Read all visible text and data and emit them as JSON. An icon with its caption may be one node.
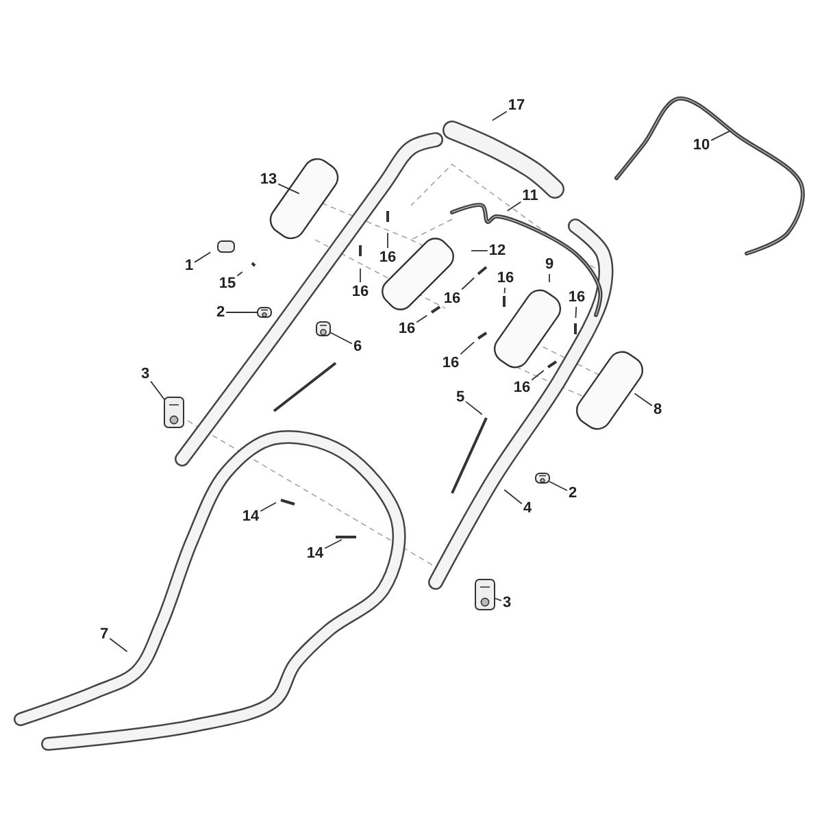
{
  "diagram": {
    "nodes": [
      {
        "text": [
          "17"
        ]
      },
      {
        "text": [
          "10"
        ]
      },
      {
        "text": [
          "13"
        ]
      },
      {
        "text": [
          "11"
        ]
      },
      {
        "text": [
          "12"
        ]
      },
      {
        "text": [
          "16"
        ]
      },
      {
        "text": [
          "1"
        ]
      },
      {
        "text": [
          "9"
        ]
      },
      {
        "text": [
          "16"
        ]
      },
      {
        "text": [
          "15"
        ]
      },
      {
        "text": [
          "16"
        ]
      },
      {
        "text": [
          "16"
        ]
      },
      {
        "text": [
          "16"
        ]
      },
      {
        "text": [
          "2"
        ]
      },
      {
        "text": [
          "16"
        ]
      },
      {
        "text": [
          "6"
        ]
      },
      {
        "text": [
          "16"
        ]
      },
      {
        "text": [
          "3"
        ]
      },
      {
        "text": [
          "16"
        ]
      },
      {
        "text": [
          "5"
        ]
      },
      {
        "text": [
          "8"
        ]
      },
      {
        "text": [
          "2"
        ]
      },
      {
        "text": [
          "4"
        ]
      },
      {
        "text": [
          "14"
        ]
      },
      {
        "text": [
          "14"
        ]
      },
      {
        "text": [
          "3"
        ]
      },
      {
        "text": [
          "7"
        ]
      },
      {
        "text": [],
        "shape": "picture"
      },
      {
        "text": [],
        "shape": "picture"
      },
      {
        "text": [],
        "shape": "picture"
      },
      {
        "text": [],
        "shape": "picture"
      },
      {
        "text": [],
        "shape": "picture"
      }
    ],
    "edges": [
      {
        "from": 0,
        "to": null,
        "arrow": "none"
      },
      {
        "from": 1,
        "to": null,
        "arrow": "none"
      },
      {
        "from": 2,
        "to": null,
        "arrow": "none"
      },
      {
        "from": 3,
        "to": null,
        "arrow": "none"
      },
      {
        "from": 4,
        "to": null,
        "arrow": "none"
      },
      {
        "from": 5,
        "to": null,
        "arrow": "none"
      },
      {
        "from": 6,
        "to": null,
        "arrow": "none"
      },
      {
        "from": 7,
        "to": null,
        "arrow": "none"
      },
      {
        "from": 8,
        "to": null,
        "arrow": "none"
      },
      {
        "from": 9,
        "to": null,
        "arrow": "none"
      },
      {
        "from": 10,
        "to": null,
        "arrow": "none"
      },
      {
        "from": 11,
        "to": null,
        "arrow": "none"
      },
      {
        "from": 12,
        "to": null,
        "arrow": "none"
      },
      {
        "from": 13,
        "to": 27,
        "arrow": "none"
      },
      {
        "from": 14,
        "to": null,
        "arrow": "none"
      },
      {
        "from": 15,
        "to": 28,
        "arrow": "none"
      },
      {
        "from": 16,
        "to": null,
        "arrow": "none"
      },
      {
        "from": 17,
        "to": 29,
        "arrow": "none"
      },
      {
        "from": 18,
        "to": null,
        "arrow": "none"
      },
      {
        "from": 19,
        "to": null,
        "arrow": "none"
      },
      {
        "from": 20,
        "to": null,
        "arrow": "none"
      },
      {
        "from": 21,
        "to": 30,
        "arrow": "none"
      },
      {
        "from": 22,
        "to": null,
        "arrow": "none"
      },
      {
        "from": 23,
        "to": null,
        "arrow": "none"
      },
      {
        "from": 24,
        "to": null,
        "arrow": "none"
      },
      {
        "from": 25,
        "to": 31,
        "arrow": "none"
      },
      {
        "from": 26,
        "to": null,
        "arrow": "none"
      }
    ]
  }
}
